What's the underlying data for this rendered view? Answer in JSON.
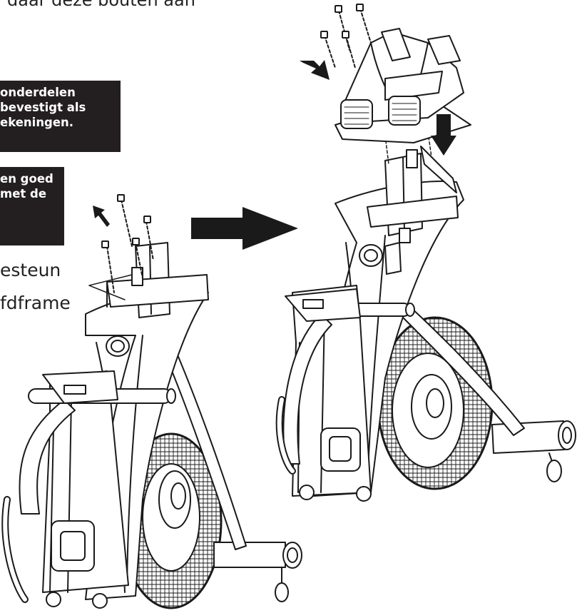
{
  "top_caption": "daar deze bouten aan",
  "notes": [
    {
      "lines": [
        "onderdelen",
        "bevestigt als",
        "ekeningen."
      ]
    },
    {
      "lines": [
        "en goed",
        "met de"
      ]
    }
  ],
  "labels": [
    "esteun",
    "fdframe"
  ],
  "colors": {
    "ink": "#1a1a1a",
    "note_bg": "#231f20",
    "note_text": "#ffffff",
    "paper": "#ffffff"
  }
}
